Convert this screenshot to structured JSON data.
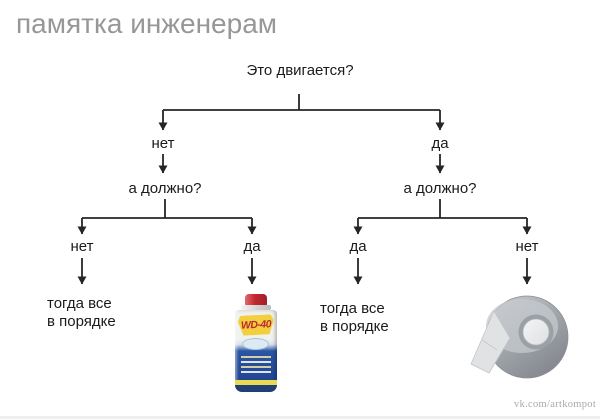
{
  "page": {
    "title": "памятка инженерам",
    "watermark": "vk.com/artkompot",
    "background": "#ffffff"
  },
  "flowchart": {
    "root_question": "Это двигается?",
    "level1": {
      "left_answer": "нет",
      "right_answer": "да"
    },
    "left_subtree": {
      "question": "а должно?",
      "left_answer": "нет",
      "right_answer": "да",
      "left_outcome_line1": "тогда все",
      "left_outcome_line2": "в порядке",
      "right_outcome_icon": "wd40-spray-can"
    },
    "right_subtree": {
      "question": "а должно?",
      "left_answer": "да",
      "right_answer": "нет",
      "left_outcome_line1": "тогда все",
      "left_outcome_line2": "в порядке",
      "right_outcome_icon": "duct-tape-roll"
    },
    "wd40_brand_label": "WD-40",
    "colors": {
      "line": "#262626",
      "text": "#1b1b1b",
      "title_gray": "#979797",
      "watermark_gray": "#a9a9ae",
      "wd40_red": "#c1272f",
      "wd40_blue": "#1d3f8c",
      "wd40_yellow": "#f2cf3e",
      "tape_gray": "#9ba0a6"
    }
  }
}
